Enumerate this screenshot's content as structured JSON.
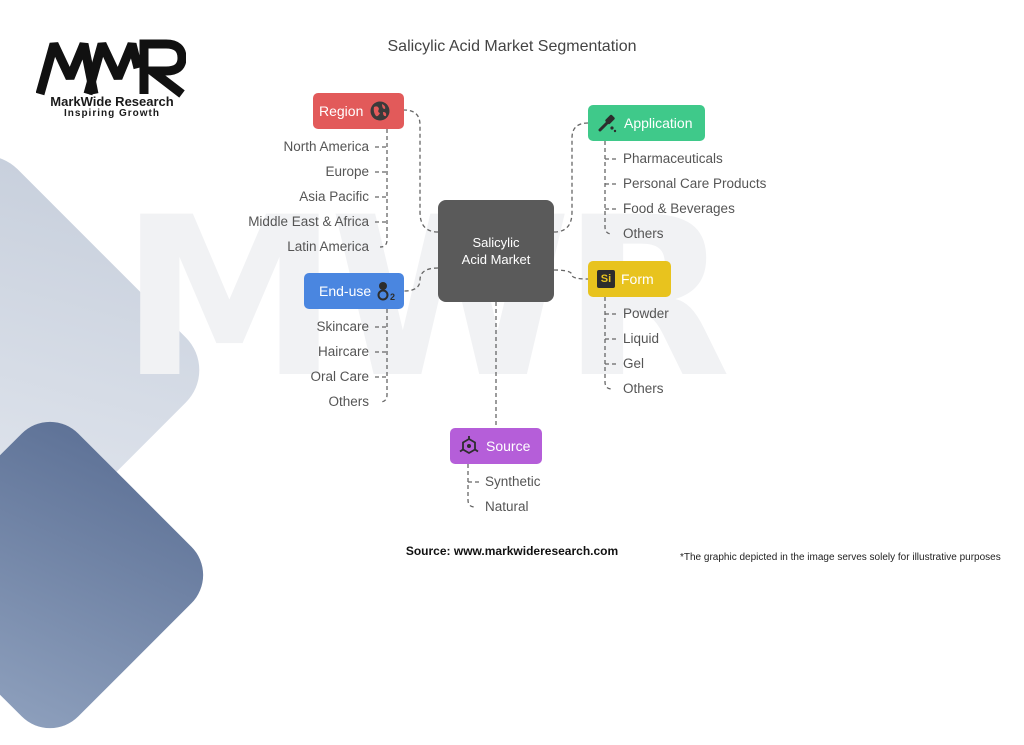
{
  "logo": {
    "mark": "MWR",
    "name": "MarkWide Research",
    "tagline": "Inspiring Growth"
  },
  "title": "Salicylic Acid Market Segmentation",
  "center": "Salicylic\nAcid Market",
  "categories": {
    "region": {
      "label": "Region",
      "color": "#e25a5a",
      "icon": "globe-icon",
      "items": [
        "North America",
        "Europe",
        "Asia Pacific",
        "Middle East & Africa",
        "Latin America"
      ]
    },
    "application": {
      "label": "Application",
      "color": "#3fc98a",
      "icon": "pipette-icon",
      "items": [
        "Pharmaceuticals",
        "Personal Care Products",
        "Food & Beverages",
        "Others"
      ]
    },
    "end_use": {
      "label": "End-use",
      "color": "#4a86e0",
      "icon": "o2-molecule-icon",
      "items": [
        "Skincare",
        "Haircare",
        "Oral Care",
        "Others"
      ]
    },
    "form": {
      "label": "Form",
      "color": "#e8c31e",
      "icon": "si-element-icon",
      "icon_text": "Si",
      "items": [
        "Powder",
        "Liquid",
        "Gel",
        "Others"
      ]
    },
    "source": {
      "label": "Source",
      "color": "#b55ed9",
      "icon": "molecule-icon",
      "items": [
        "Synthetic",
        "Natural"
      ]
    }
  },
  "footer": {
    "source": "Source: www.markwideresearch.com",
    "note": "*The graphic depicted in the image serves solely for illustrative purposes"
  }
}
